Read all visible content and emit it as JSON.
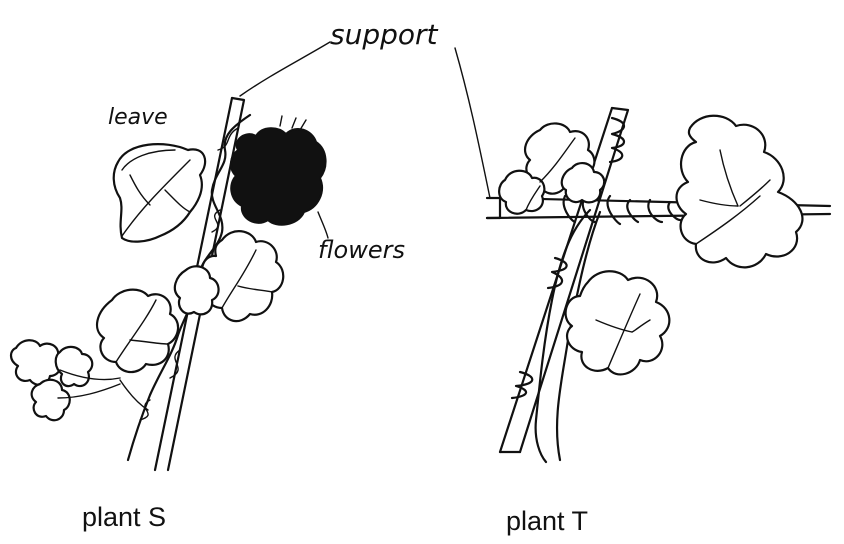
{
  "labels": {
    "support": "support",
    "leave": "leave",
    "flowers": "flowers"
  },
  "captions": {
    "plant_s": "plant S",
    "plant_t": "plant T"
  },
  "colors": {
    "ink": "#111111",
    "paper": "#ffffff"
  }
}
